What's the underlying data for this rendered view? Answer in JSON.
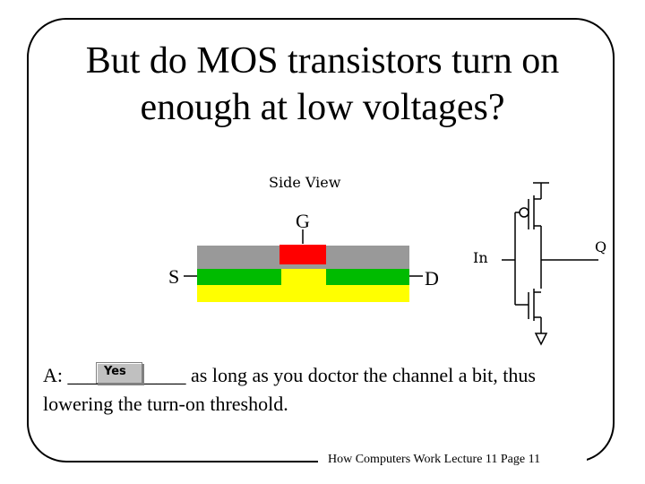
{
  "title_line1": "But do MOS transistors turn on",
  "title_line2": "enough at low voltages?",
  "diagram": {
    "side_view_label": "Side View",
    "gate_label": "G",
    "source_label": "S",
    "drain_label": "D",
    "in_label": "In",
    "out_label": "Q"
  },
  "answer": {
    "prefix": "A: ",
    "blank": "____________",
    "fill": "Yes",
    "rest_line1": " as long as you doctor the channel a bit, thus",
    "line2": "lowering the turn-on threshold."
  },
  "footer": "How Computers Work Lecture 11 Page 11",
  "colors": {
    "gate": "#ff0000",
    "oxide": "#999999",
    "diffusion": "#00bb00",
    "substrate": "#ffff00"
  }
}
